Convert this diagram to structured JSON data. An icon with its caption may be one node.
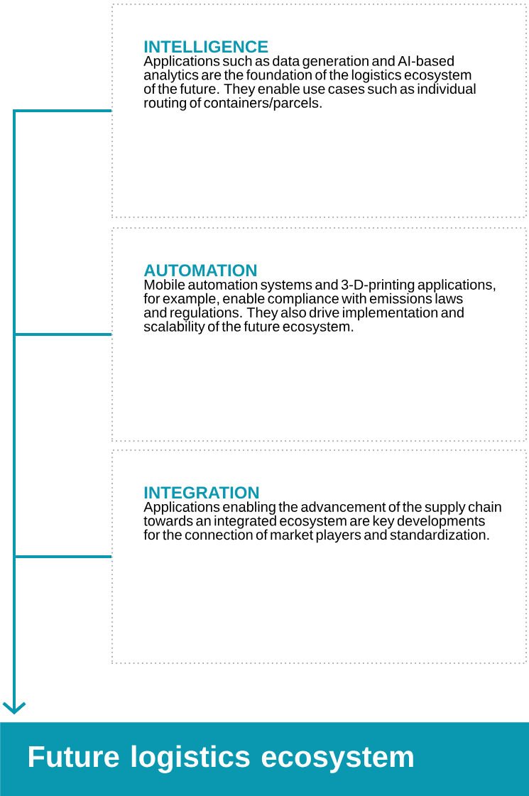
{
  "diagram": {
    "nodes": [
      {
        "text": [
          "INTELLIGENCE",
          "Applications such as data generation and AI-based analytics are the foundation of the logistics ecosystem of the future. They enable use cases such as individual routing of containers/parcels."
        ]
      },
      {
        "text": [
          "AUTOMATION",
          "Mobile automation systems and 3-D-printing applications, for example, enable compliance with emissions laws and regulations. They also drive implementation and scalability of the future ecosystem."
        ]
      },
      {
        "text": [
          "INTEGRATION",
          "Applications enabling the advancement of the supply chain towards an integrated ecosystem are key developments for the connection of market players and standardization."
        ]
      },
      {
        "text": [
          "Future logistics ecosystem"
        ]
      }
    ],
    "edges": [
      {
        "from": 0,
        "to": 3,
        "arrow": "to"
      },
      {
        "from": 1,
        "to": 3,
        "arrow": "to"
      },
      {
        "from": 2,
        "to": 3,
        "arrow": "to"
      }
    ]
  }
}
